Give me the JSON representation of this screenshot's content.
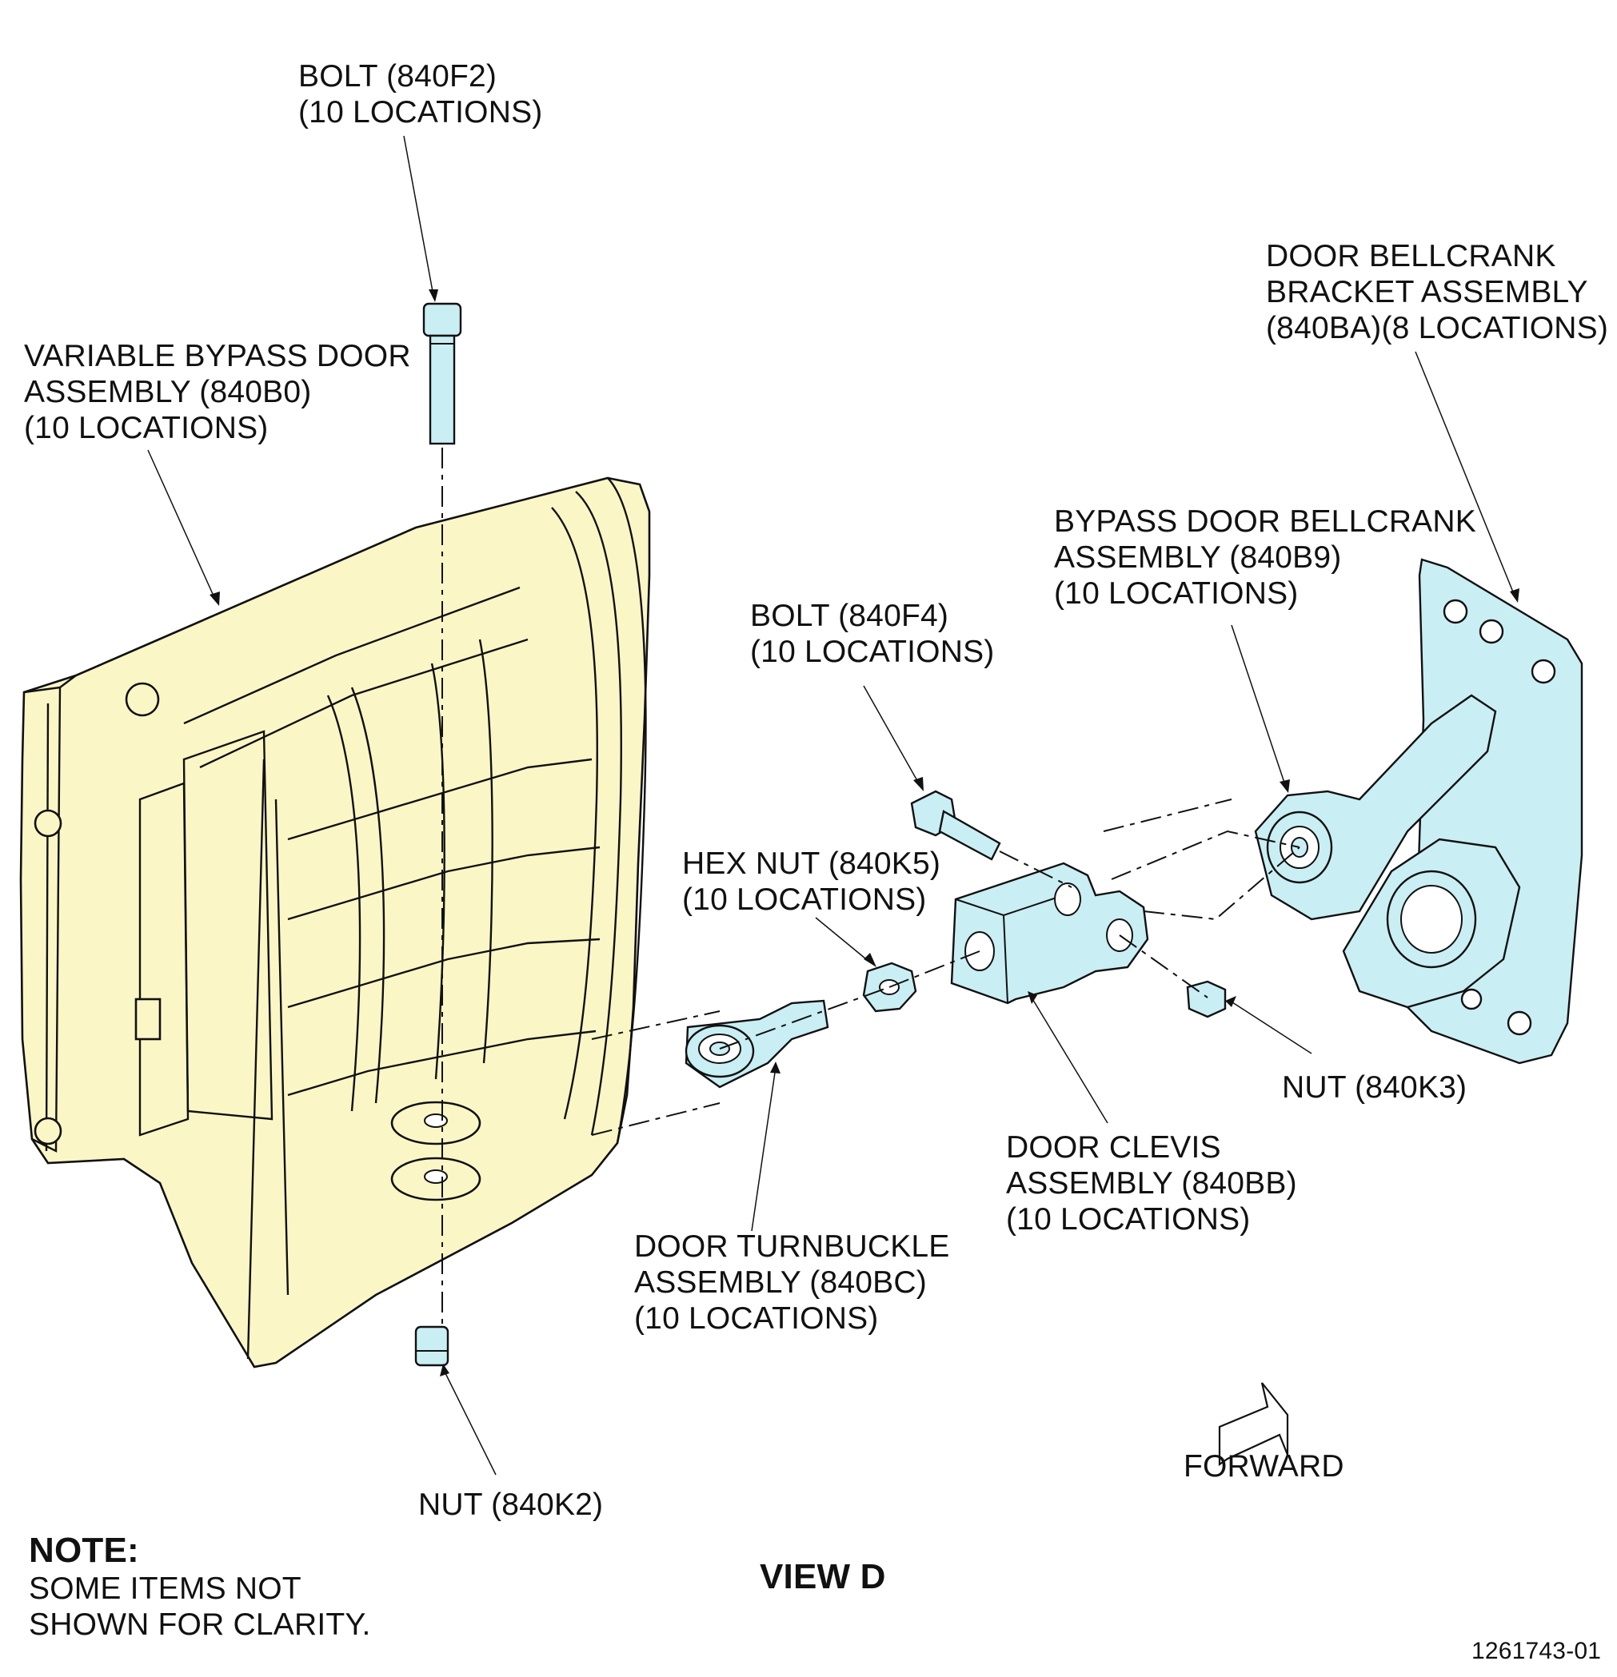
{
  "labels": {
    "bolt_f2": [
      "BOLT (840F2)",
      "(10 LOCATIONS)"
    ],
    "bypass_door": [
      "VARIABLE BYPASS DOOR",
      "ASSEMBLY (840B0)",
      "(10 LOCATIONS)"
    ],
    "bracket": [
      "DOOR BELLCRANK",
      "BRACKET ASSEMBLY",
      "(840BA)(8 LOCATIONS)"
    ],
    "bellcrank": [
      "BYPASS DOOR BELLCRANK",
      "ASSEMBLY (840B9)",
      "(10 LOCATIONS)"
    ],
    "bolt_f4": [
      "BOLT (840F4)",
      "(10 LOCATIONS)"
    ],
    "hex_nut": [
      "HEX NUT (840K5)",
      "(10 LOCATIONS)"
    ],
    "nut_k3": [
      "NUT (840K3)"
    ],
    "clevis": [
      "DOOR CLEVIS",
      "ASSEMBLY (840BB)",
      "(10 LOCATIONS)"
    ],
    "turnbuckle": [
      "DOOR TURNBUCKLE",
      "ASSEMBLY (840BC)",
      "(10 LOCATIONS)"
    ],
    "nut_k2": [
      "NUT (840K2)"
    ],
    "forward": "FORWARD"
  },
  "note": {
    "heading": "NOTE:",
    "lines": [
      "SOME ITEMS NOT",
      "SHOWN FOR CLARITY."
    ]
  },
  "view_title": "VIEW D",
  "figure_id": "1261743-01",
  "colors": {
    "door_fill": "#fbf6c6",
    "part_fill": "#c9eef3",
    "ink": "#111111"
  }
}
